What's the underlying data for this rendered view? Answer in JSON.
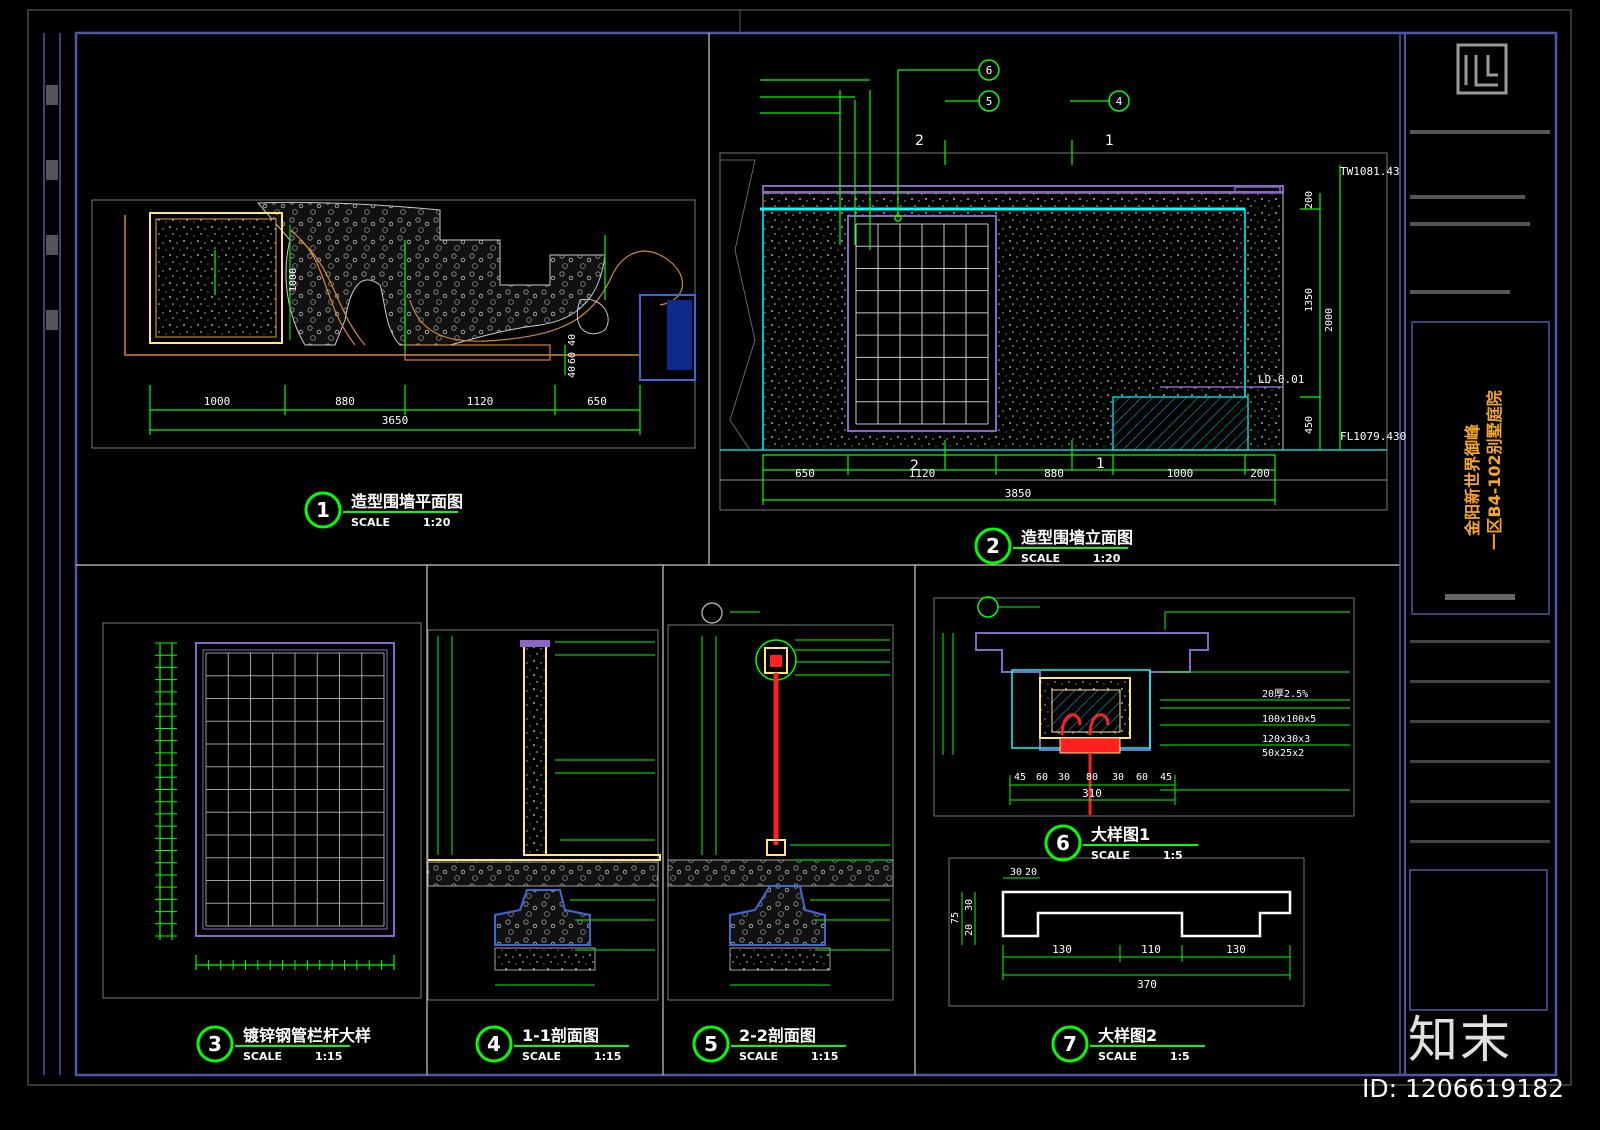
{
  "drawings": [
    {
      "number": "1",
      "title": "造型围墙平面图",
      "scale_label": "SCALE",
      "scale": "1:20"
    },
    {
      "number": "2",
      "title": "造型围墙立面图",
      "scale_label": "SCALE",
      "scale": "1:20"
    },
    {
      "number": "3",
      "title": "镀锌钢管栏杆大样",
      "scale_label": "SCALE",
      "scale": "1:15"
    },
    {
      "number": "4",
      "title": "1-1剖面图",
      "scale_label": "SCALE",
      "scale": "1:15"
    },
    {
      "number": "5",
      "title": "2-2剖面图",
      "scale_label": "SCALE",
      "scale": "1:15"
    },
    {
      "number": "6",
      "title": "大样图1",
      "scale_label": "SCALE",
      "scale": "1:5"
    },
    {
      "number": "7",
      "title": "大样图2",
      "scale_label": "SCALE",
      "scale": "1:5"
    }
  ],
  "plan": {
    "dims": [
      "1000",
      "880",
      "1120",
      "650"
    ],
    "total": "3650",
    "side_dims": [
      "1000",
      "40",
      "60",
      "40"
    ]
  },
  "elevation": {
    "top_level": "TW1081.43",
    "bottom_level": "FL1079.430",
    "dims": [
      "650",
      "1120",
      "880",
      "1000",
      "200"
    ],
    "total": "3850",
    "side_dims": [
      "200",
      "1350",
      "2000",
      "450"
    ],
    "section_marks": [
      "2",
      "1"
    ],
    "callout_marks": [
      "6",
      "5",
      "4"
    ],
    "small_level": "LD-0.01"
  },
  "detail6": {
    "dims": [
      "45",
      "60",
      "30",
      "80",
      "30",
      "60",
      "45"
    ],
    "total": "310",
    "notes": [
      "20厚2.5%",
      "100x100x5",
      "120x30x3",
      "50x25x2"
    ]
  },
  "detail7": {
    "dims": [
      "130",
      "110",
      "130"
    ],
    "total": "370",
    "side_dims": [
      "75",
      "30",
      "20",
      "30",
      "20"
    ]
  },
  "title_block": {
    "project_title": "金阳新世界御峰",
    "project_subtitle": "一区B4-102别墅庭院"
  },
  "colors": {
    "background": "#000000",
    "frame": "#4f58a8",
    "dimension": "#00ff00",
    "purple": "#8a67c6",
    "cyan": "#00ffff",
    "orange": "#d4873a",
    "yellow": "#ffe680",
    "red": "#ff2020"
  },
  "watermark": {
    "logo": "知末",
    "id": "ID: 1206619182"
  }
}
